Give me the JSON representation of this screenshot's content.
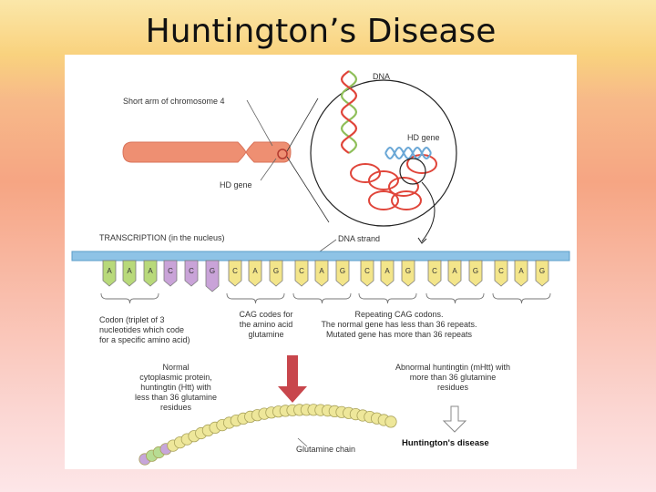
{
  "slide": {
    "title": "Huntington’s Disease"
  },
  "figure": {
    "labels": {
      "chromosome_arm": "Short arm of chromosome 4",
      "dna": "DNA",
      "hd_gene_upper": "HD gene",
      "hd_gene_lower": "HD gene",
      "transcription": "TRANSCRIPTION (in the nucleus)",
      "dna_strand": "DNA strand",
      "codon_note": [
        "Codon (triplet of 3",
        "nucleotides which code",
        "for a specific amino acid)"
      ],
      "cag_note": [
        "CAG codes for",
        "the amino acid",
        "glutamine"
      ],
      "repeating_note": [
        "Repeating CAG codons.",
        "The normal gene has less than 36 repeats.",
        "Mutated gene has more than 36 repeats"
      ],
      "normal_protein": [
        "Normal",
        "cytoplasmic protein,",
        "huntingtin (Htt) with",
        "less than 36 glutamine",
        "residues"
      ],
      "abnormal_protein": [
        "Abnormal huntingtin (mHtt) with",
        "more than 36 glutamine",
        "residues"
      ],
      "glutamine_chain": "Glutamine chain",
      "outcome": "Huntington's disease"
    },
    "nucleotides": [
      {
        "base": "A",
        "color": "#b8d97a"
      },
      {
        "base": "A",
        "color": "#b8d97a"
      },
      {
        "base": "A",
        "color": "#b8d97a"
      },
      {
        "base": "C",
        "color": "#c9a3d8"
      },
      {
        "base": "C",
        "color": "#c9a3d8"
      },
      {
        "base": "G",
        "color": "#c9a3d8"
      },
      {
        "base": "C",
        "color": "#f3e58a"
      },
      {
        "base": "A",
        "color": "#f3e58a"
      },
      {
        "base": "G",
        "color": "#f3e58a"
      },
      {
        "base": "C",
        "color": "#f3e58a"
      },
      {
        "base": "A",
        "color": "#f3e58a"
      },
      {
        "base": "G",
        "color": "#f3e58a"
      },
      {
        "base": "C",
        "color": "#f3e58a"
      },
      {
        "base": "A",
        "color": "#f3e58a"
      },
      {
        "base": "G",
        "color": "#f3e58a"
      },
      {
        "base": "C",
        "color": "#f3e58a"
      },
      {
        "base": "A",
        "color": "#f3e58a"
      },
      {
        "base": "G",
        "color": "#f3e58a"
      },
      {
        "base": "C",
        "color": "#f3e58a"
      },
      {
        "base": "A",
        "color": "#f3e58a"
      },
      {
        "base": "G",
        "color": "#f3e58a"
      }
    ],
    "colors": {
      "chromosome": "#ee8f72",
      "dna_red": "#e0453a",
      "dna_green": "#8fbf5a",
      "dna_blue": "#6aa7d6",
      "strand": "#8ec3e6",
      "arrow": "#c8464c",
      "bead_yellow": "#eee79a",
      "bead_purple": "#c7a6da",
      "bead_green": "#b7dc93"
    }
  }
}
